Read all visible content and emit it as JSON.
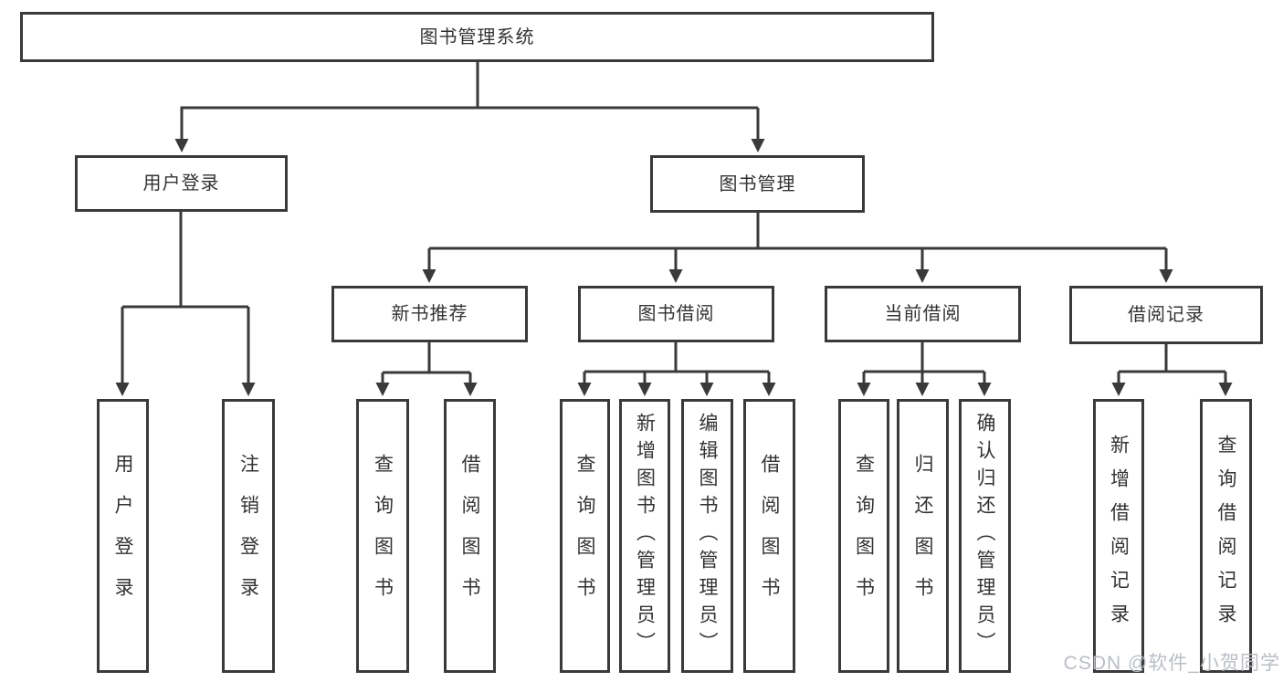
{
  "colors": {
    "line": "#3a3a3a",
    "text": "#333333",
    "watermark": "#b9bdc4"
  },
  "tree": {
    "root": "图书管理系统",
    "branches": [
      {
        "label": "用户登录",
        "children": [
          "用户登录",
          "注销登录"
        ]
      },
      {
        "label": "图书管理",
        "sections": [
          {
            "label": "新书推荐",
            "children": [
              "查询图书",
              "借阅图书"
            ]
          },
          {
            "label": "图书借阅",
            "children": [
              "查询图书",
              "新增图书（管理员）",
              "编辑图书（管理员）",
              "借阅图书"
            ]
          },
          {
            "label": "当前借阅",
            "children": [
              "查询图书",
              "归还图书",
              "确认归还（管理员）"
            ]
          },
          {
            "label": "借阅记录",
            "children": [
              "新增借阅记录",
              "查询借阅记录"
            ]
          }
        ]
      }
    ]
  },
  "watermark": "CSDN @软件_小贺同学"
}
